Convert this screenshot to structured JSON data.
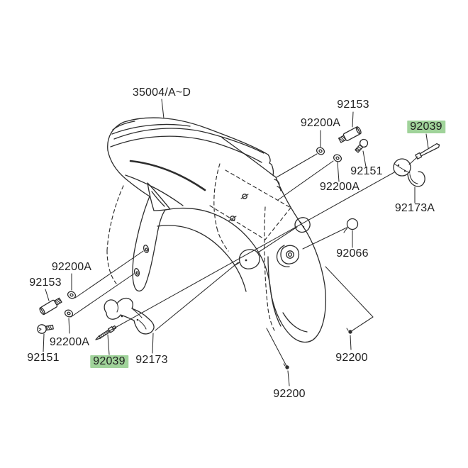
{
  "diagram": {
    "type": "exploded-parts-diagram",
    "subject": "front fender assembly",
    "background_color": "#ffffff",
    "line_color": "#2d2d2d",
    "text_color": "#1f1f1f",
    "highlight_color": "#a0d39a",
    "highlighted_part": "92039",
    "labels": [
      {
        "part": "35004",
        "text": "35004/A~D",
        "highlighted": false
      },
      {
        "part": "92153",
        "text": "92153",
        "highlighted": false
      },
      {
        "part": "92200A",
        "text": "92200A",
        "highlighted": false
      },
      {
        "part": "92039",
        "text": "92039",
        "highlighted": true
      },
      {
        "part": "92151",
        "text": "92151",
        "highlighted": false
      },
      {
        "part": "92200A",
        "text": "92200A",
        "highlighted": false
      },
      {
        "part": "92173A",
        "text": "92173A",
        "highlighted": false
      },
      {
        "part": "92066",
        "text": "92066",
        "highlighted": false
      },
      {
        "part": "92200A",
        "text": "92200A",
        "highlighted": false
      },
      {
        "part": "92153",
        "text": "92153",
        "highlighted": false
      },
      {
        "part": "92200A",
        "text": "92200A",
        "highlighted": false
      },
      {
        "part": "92151",
        "text": "92151",
        "highlighted": false
      },
      {
        "part": "92039",
        "text": "92039",
        "highlighted": true
      },
      {
        "part": "92173",
        "text": "92173",
        "highlighted": false
      },
      {
        "part": "92200",
        "text": "92200",
        "highlighted": false
      },
      {
        "part": "92200",
        "text": "92200",
        "highlighted": false
      }
    ]
  }
}
